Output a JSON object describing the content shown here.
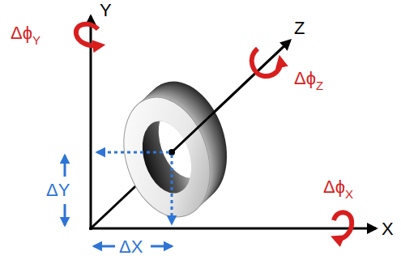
{
  "diagram": {
    "labels": [
      "Y",
      "Δϕ",
      "Y",
      "Z",
      "Δϕ",
      "Z",
      "Δϕ",
      "X",
      "ΔY",
      "ΔX",
      "X"
    ]
  }
}
